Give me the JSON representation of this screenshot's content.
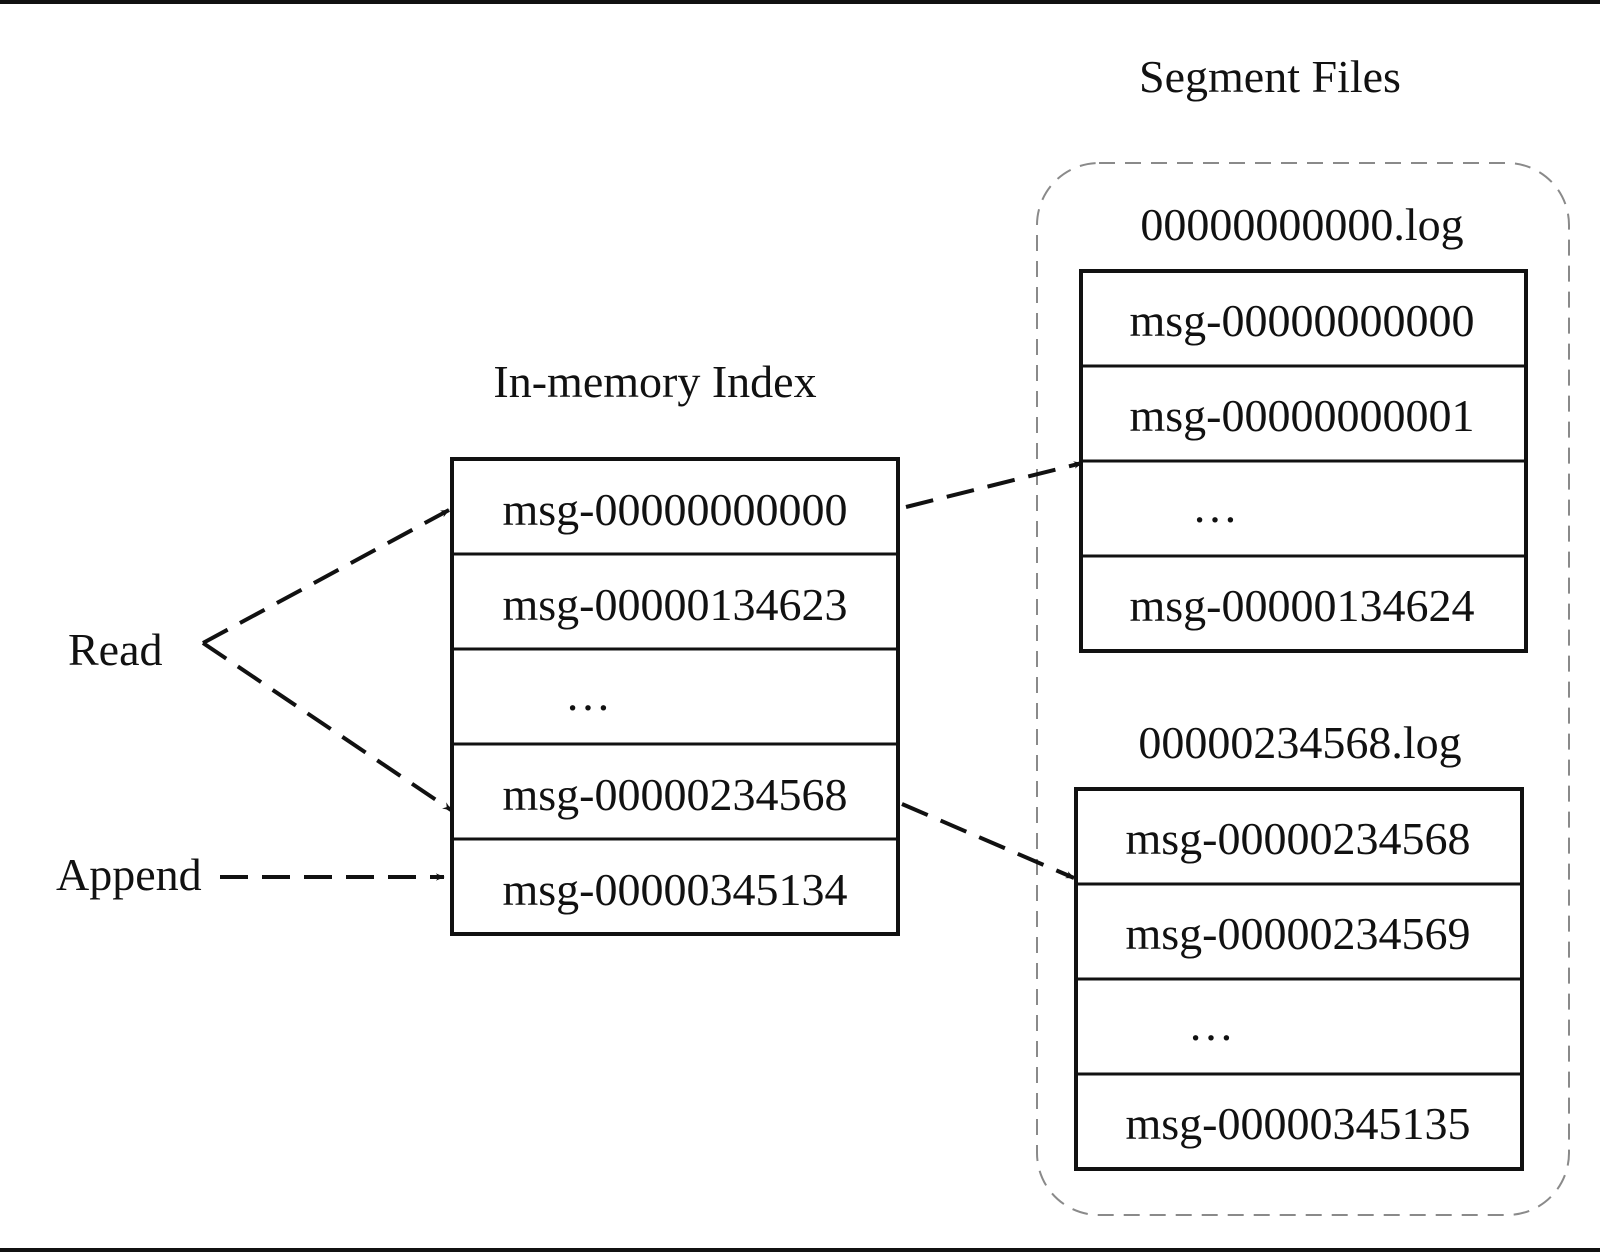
{
  "titles": {
    "segment_files": "Segment Files",
    "in_memory_index": "In-memory Index"
  },
  "labels": {
    "read": "Read",
    "append": "Append"
  },
  "index_entries": [
    "msg-00000000000",
    "msg-00000134623",
    "…",
    "msg-00000234568",
    "msg-00000345134"
  ],
  "segments": [
    {
      "filename": "00000000000.log",
      "entries": [
        "msg-00000000000",
        "msg-00000000001",
        "…",
        "msg-00000134624"
      ]
    },
    {
      "filename": "00000234568.log",
      "entries": [
        "msg-00000234568",
        "msg-00000234569",
        "…",
        "msg-00000345135"
      ]
    }
  ]
}
